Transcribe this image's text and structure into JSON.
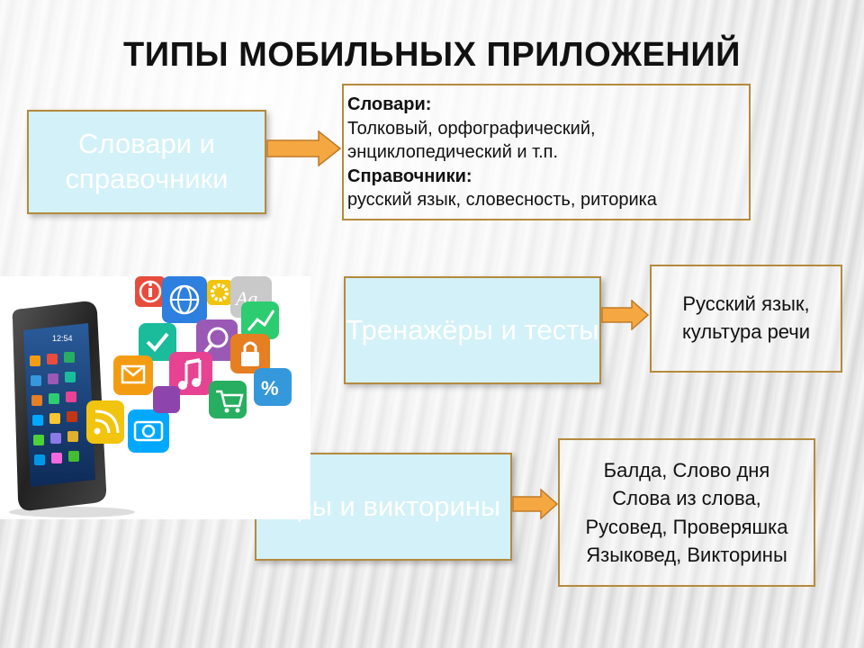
{
  "title": "ТИПЫ МОБИЛЬНЫХ ПРИЛОЖЕНИЙ",
  "categories": [
    {
      "label": "Словари и справочники"
    },
    {
      "label": "Тренажёры и тесты"
    },
    {
      "label": "Игры и викторины"
    }
  ],
  "details": {
    "dictionaries": {
      "heading1": "Словари:",
      "line1": "Толковый, орфографический,",
      "line2": "энциклопедический и т.п.",
      "heading2": "Справочники:",
      "line3": "русский язык, словесность, риторика"
    },
    "trainers": {
      "line1": "Русский язык,",
      "line2": "культура речи"
    },
    "games": {
      "lines": [
        "Балда, Слово дня",
        "Слова из слова,",
        "Русовед, Проверяшка",
        "Языковед, Викторины"
      ]
    }
  },
  "colors": {
    "category_fill": "#d3f1f8",
    "box_border": "#b58a3e",
    "arrow_fill": "#f5a742"
  },
  "photo_time": "12:54"
}
